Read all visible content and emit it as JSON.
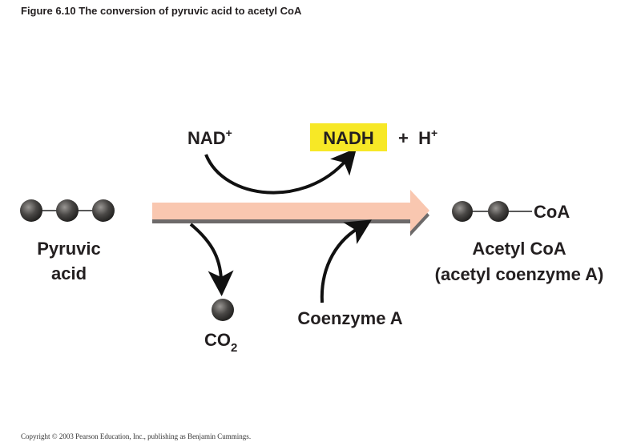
{
  "title": "Figure 6.10  The conversion of pyruvic acid to acetyl CoA",
  "labels": {
    "nad": "NAD",
    "nad_sup": "+",
    "nadh": "NADH",
    "plus_h": "+  H",
    "h_sup": "+",
    "pyruvic_line1": "Pyruvic",
    "pyruvic_line2": "acid",
    "coa": "CoA",
    "acetyl_line1": "Acetyl CoA",
    "acetyl_line2": "(acetyl coenzyme A)",
    "co2": "CO",
    "co2_sub": "2",
    "coenzyme_a": "Coenzyme A"
  },
  "colors": {
    "nadh_highlight": "#f7e826",
    "main_arrow": "#f9c7b0",
    "arrow_shadow": "#6d6a6a",
    "molecule": "#3c3a38"
  },
  "copyright": "Copyright © 2003 Pearson Education, Inc., publishing as Benjamin Cummings."
}
